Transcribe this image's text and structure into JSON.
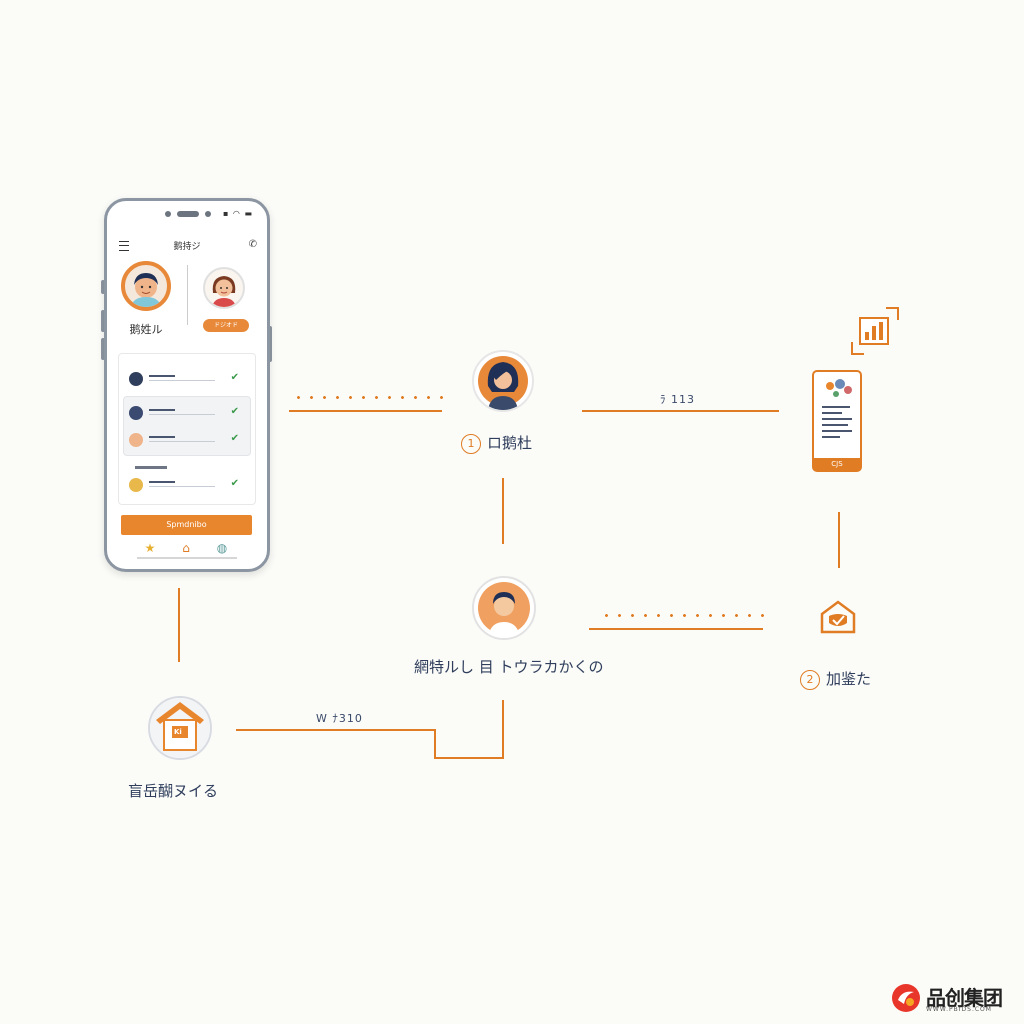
{
  "phone": {
    "app_title": "鹅持ジ",
    "header_action_icon": "phone-icon",
    "profile_name": "鹅姓ル",
    "profile_badge": "ドジオド",
    "cta_label": "Spmdnibo",
    "tabs": [
      "star-icon",
      "home-icon",
      "globe-icon"
    ]
  },
  "nodes": {
    "person_top": {
      "step": "1",
      "label": "ロ鹅杜"
    },
    "person_middle": {
      "label": "網特ルし 目 トウラカかくの"
    },
    "home": {
      "label": "盲岳醐ヌイる",
      "tag": "Ki"
    },
    "shield": {
      "step": "2",
      "label": "加鉴た"
    },
    "document_device": {
      "footer": "CJS"
    }
  },
  "edges": {
    "top_right_label": "ﾗ 113",
    "bottom_label": "W ﾅ310"
  },
  "logo": {
    "text": "品创集团",
    "sub": "WWW.PBIDS.COM"
  },
  "colors": {
    "accent": "#e07c24",
    "text": "#2f3e5c",
    "background": "#fbfbf8",
    "frame": "#8c96a2",
    "check": "#3a9a4a"
  }
}
